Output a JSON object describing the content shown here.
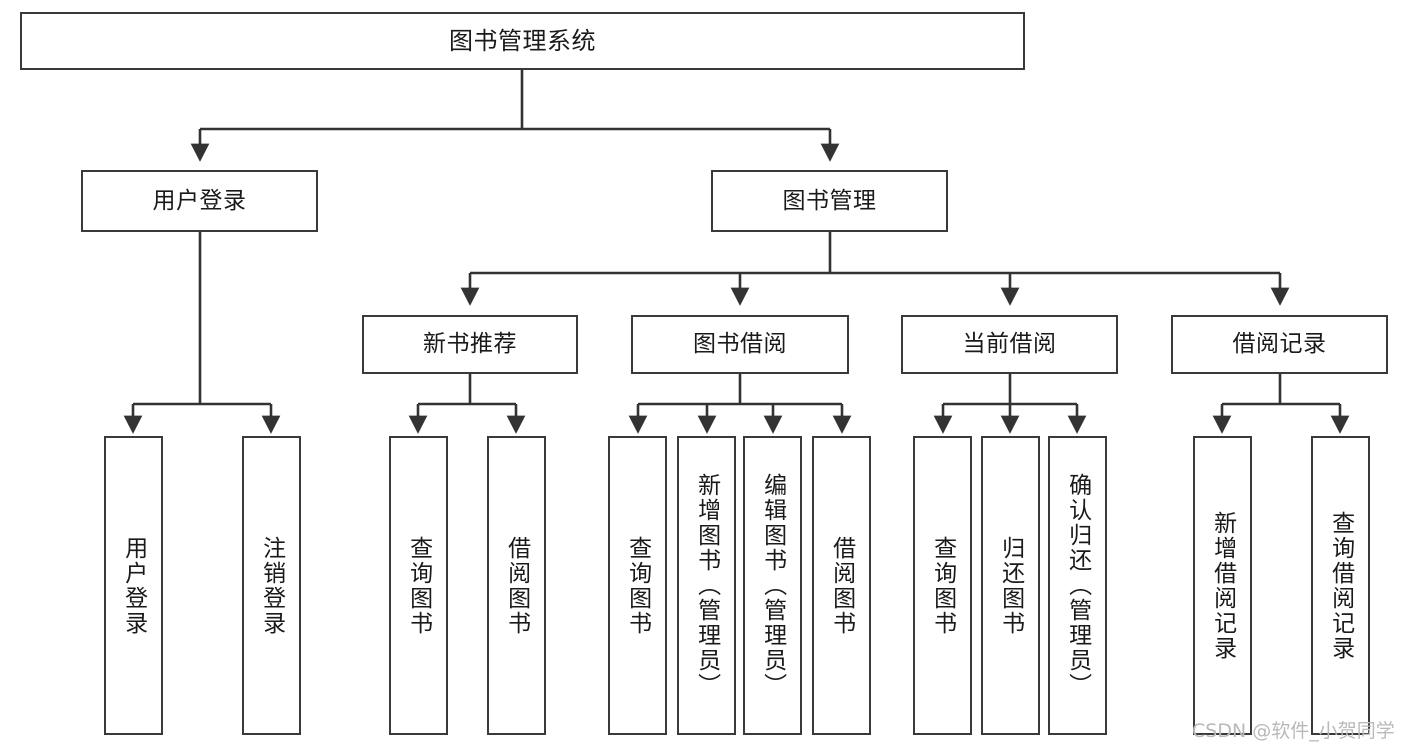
{
  "diagram": {
    "type": "tree-hierarchy",
    "title": "图书管理系统",
    "watermark": "CSDN @软件_小贺同学",
    "colors": {
      "box_border": "#3a3a3a",
      "box_fill": "#ffffff",
      "edge": "#333333",
      "text": "#1a1a1a",
      "background": "#ffffff",
      "watermark": "#b9b9b9"
    },
    "nodes": {
      "root": {
        "label": "图书管理系统"
      },
      "level2": [
        {
          "label": "用户登录"
        },
        {
          "label": "图书管理"
        }
      ],
      "level3": [
        {
          "label": "新书推荐"
        },
        {
          "label": "图书借阅"
        },
        {
          "label": "当前借阅"
        },
        {
          "label": "借阅记录"
        }
      ],
      "leaves": {
        "user_login": [
          {
            "label": "用户登录"
          },
          {
            "label": "注销登录"
          }
        ],
        "new_book": [
          {
            "label": "查询图书"
          },
          {
            "label": "借阅图书"
          }
        ],
        "book_borrow": [
          {
            "label": "查询图书"
          },
          {
            "label": "新增图书（管理员）"
          },
          {
            "label": "编辑图书（管理员）"
          },
          {
            "label": "借阅图书"
          }
        ],
        "current_borrow": [
          {
            "label": "查询图书"
          },
          {
            "label": "归还图书"
          },
          {
            "label": "确认归还（管理员）"
          }
        ],
        "borrow_record": [
          {
            "label": "新增借阅记录"
          },
          {
            "label": "查询借阅记录"
          }
        ]
      }
    }
  }
}
